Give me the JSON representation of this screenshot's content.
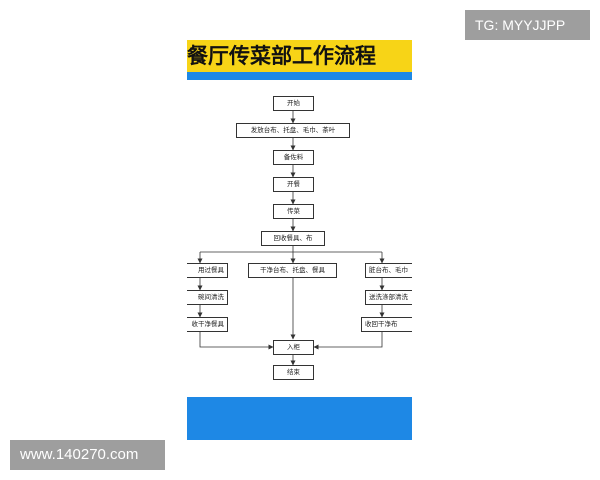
{
  "watermarks": {
    "tg": "TG: MYYJJPP",
    "site": "www.140270.com"
  },
  "poster": {
    "title": "餐厅传菜部工作流程",
    "colors": {
      "title_bg": "#f7d417",
      "accent_blue": "#1e88e5"
    }
  },
  "flow": {
    "start": "开始",
    "setup": "发放台布、托盘、毛巾、茶叶",
    "prep": "备佐料",
    "open": "开餐",
    "serve": "传菜",
    "collect": "回收餐具、布",
    "branch_left": [
      "用过餐具",
      "碗间清洗",
      "收干净餐具"
    ],
    "branch_center": "干净台布、托盘、餐具",
    "branch_right": [
      "脏台布、毛巾",
      "送洗涤部清洗",
      "收回干净布"
    ],
    "store": "入柜",
    "end": "结束"
  }
}
